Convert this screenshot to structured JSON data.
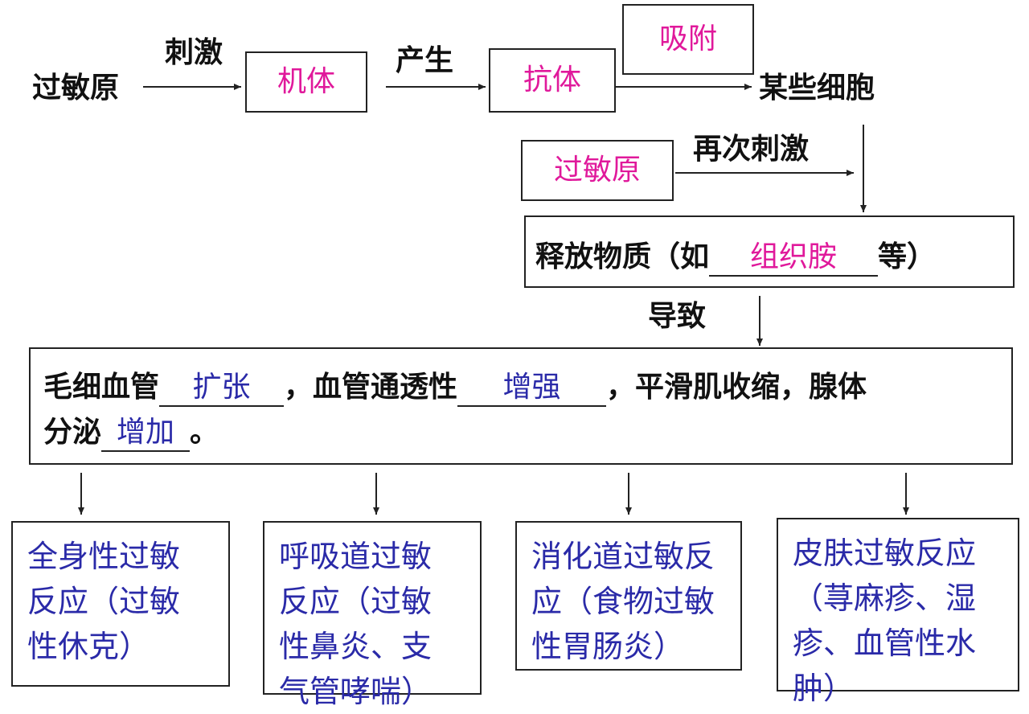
{
  "top_row": {
    "allergen": "过敏原",
    "stimulate": "刺激",
    "body_blank": "机体",
    "produce": "产生",
    "antibody_blank": "抗体",
    "adsorb_blank": "吸附",
    "cells": "某些细胞"
  },
  "second_row": {
    "allergen_again_blank": "过敏原",
    "restimulate": "再次刺激"
  },
  "release": {
    "prefix": "释放物质（如",
    "blank": "组织胺",
    "suffix": "等）"
  },
  "cause_label": "导致",
  "effects": {
    "capillary": "毛细血管",
    "capillary_blank": "扩张",
    "permeability": "，血管通透性",
    "permeability_blank": "增强",
    "smooth_muscle": "，平滑肌收缩，腺体",
    "secretion": "分泌",
    "secretion_blank": "增加",
    "end_mark": "。"
  },
  "reactions": [
    {
      "text": "全身性过敏\n反应（过敏\n性休克）"
    },
    {
      "text": "呼吸道过敏\n反应（过敏\n性鼻炎、支\n气管哮喘）"
    },
    {
      "text": "消化道过敏反\n应（食物过敏\n性胃肠炎）"
    },
    {
      "text": "皮肤过敏反应\n（荨麻疹、湿\n疹、血管性水\n肿）"
    }
  ],
  "colors": {
    "answer_pink": "#e0199b",
    "reaction_blue": "#2a2aa8",
    "lines": "#222222"
  }
}
